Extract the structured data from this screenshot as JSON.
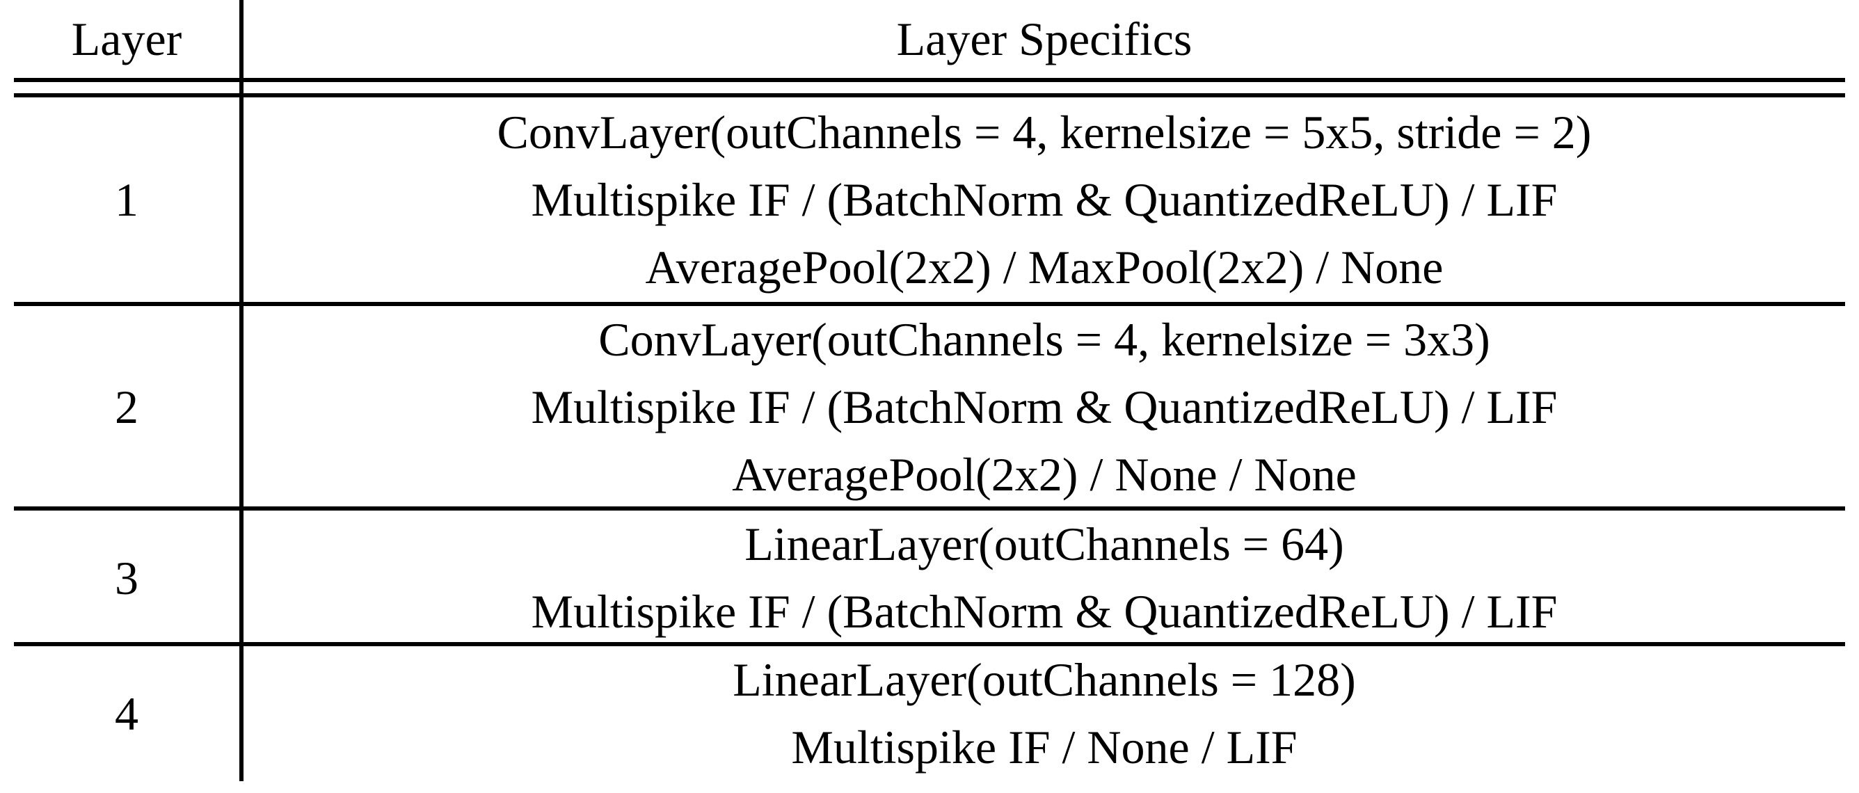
{
  "figure": {
    "kind": "paper-table",
    "colors": {
      "text": "#000000",
      "background": "#ffffff",
      "rule": "#000000"
    }
  },
  "table": {
    "column_headers": [
      "Layer",
      "Layer Specifics"
    ],
    "rows": [
      {
        "layer": "1",
        "specifics": [
          "ConvLayer(outChannels = 4, kernelsize = 5x5, stride = 2)",
          "Multispike IF / (BatchNorm & QuantizedReLU) / LIF",
          "AveragePool(2x2) / MaxPool(2x2) / None"
        ]
      },
      {
        "layer": "2",
        "specifics": [
          "ConvLayer(outChannels = 4, kernelsize = 3x3)",
          "Multispike IF / (BatchNorm & QuantizedReLU) / LIF",
          "AveragePool(2x2) / None / None"
        ]
      },
      {
        "layer": "3",
        "specifics": [
          "LinearLayer(outChannels = 64)",
          "Multispike IF / (BatchNorm & QuantizedReLU) / LIF"
        ]
      },
      {
        "layer": "4",
        "specifics": [
          "LinearLayer(outChannels = 128)",
          "Multispike IF / None / LIF"
        ]
      }
    ]
  }
}
